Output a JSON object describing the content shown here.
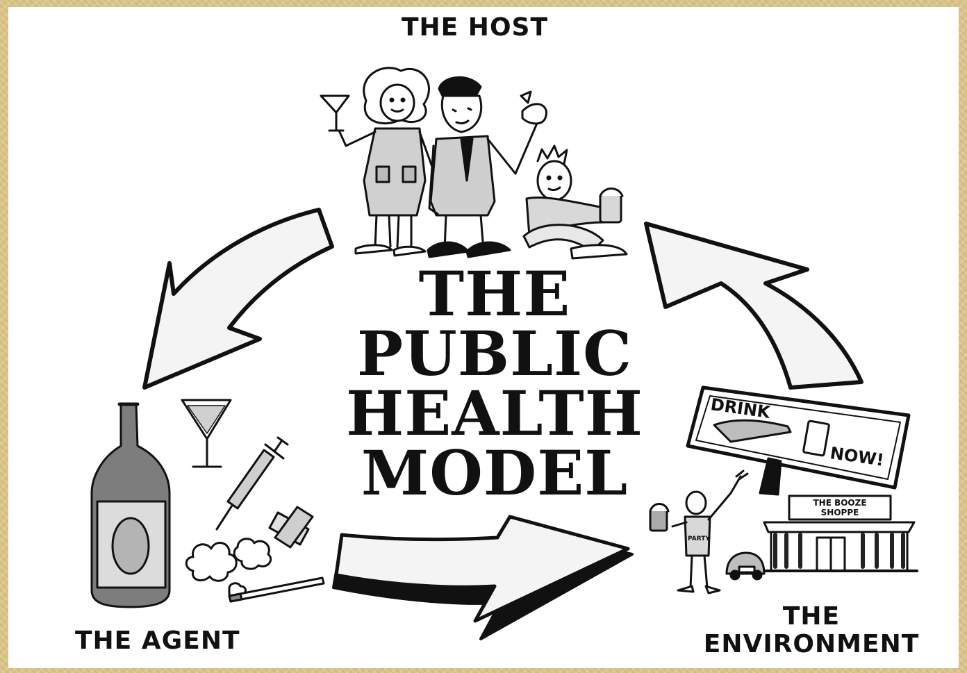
{
  "diagram": {
    "title_lines": [
      "THE",
      "PUBLIC",
      "HEALTH",
      "MODEL"
    ],
    "nodes": {
      "host": {
        "label": "THE  HOST"
      },
      "agent": {
        "label": "THE  AGENT"
      },
      "environment": {
        "label_lines": [
          "THE",
          "ENVIRONMENT"
        ]
      }
    },
    "billboard": {
      "line1": "DRINK",
      "line2": "NOW!"
    },
    "shop_sign": {
      "line1": "THE BOOZE",
      "line2": "SHOPPE"
    },
    "shirt_text": "PARTY",
    "cycle": [
      "host",
      "agent",
      "environment"
    ]
  },
  "colors": {
    "ink": "#111111",
    "paper": "#ffffff",
    "frame": "#d9c48a",
    "arrow_fill": "#f4f4f4",
    "gray": "#9a9a9a"
  }
}
